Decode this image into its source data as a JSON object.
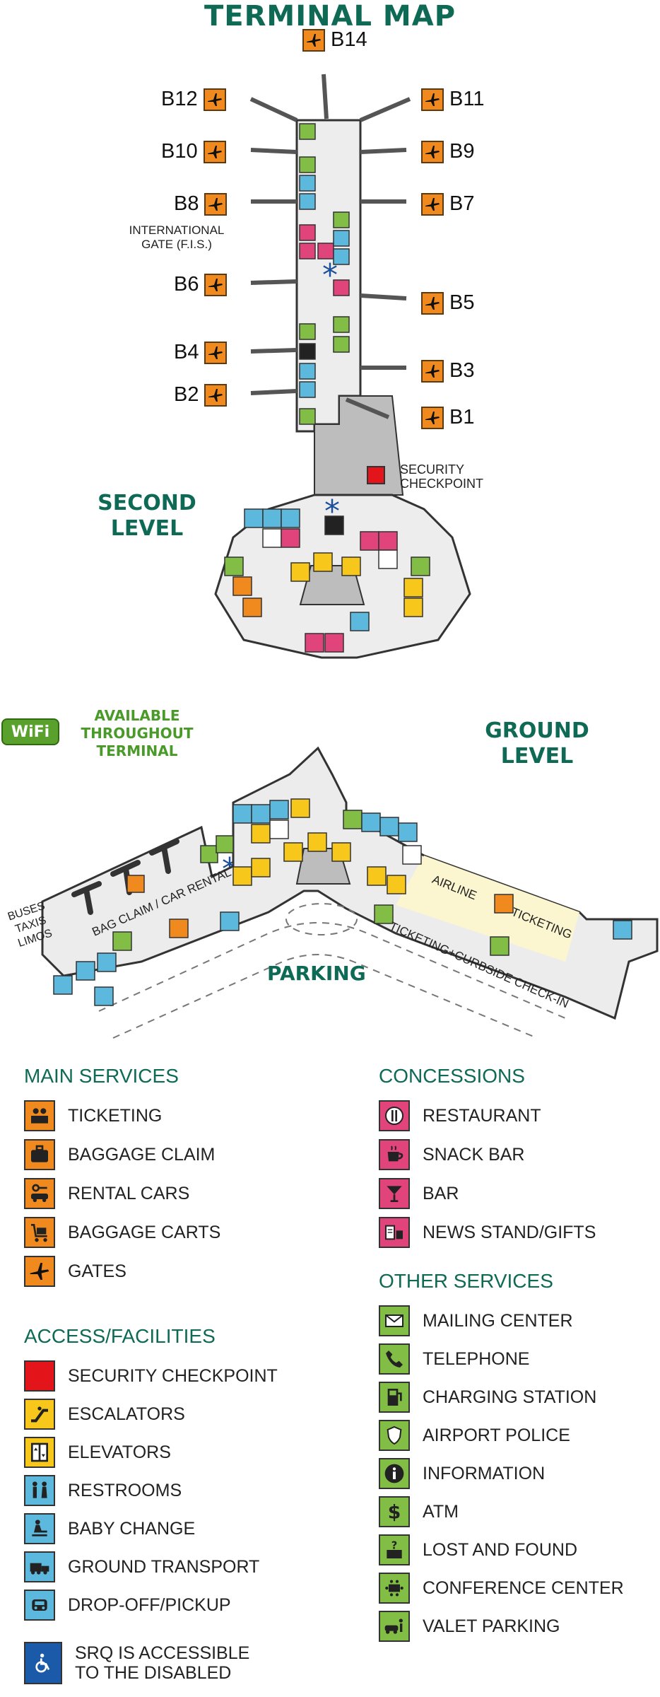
{
  "title": "TERMINAL MAP",
  "second_level": {
    "label": "SECOND\nLEVEL",
    "gates": {
      "b14": "B14",
      "b12": "B12",
      "b11": "B11",
      "b10": "B10",
      "b9": "B9",
      "b8": "B8",
      "b7": "B7",
      "b6": "B6",
      "b5": "B5",
      "b4": "B4",
      "b3": "B3",
      "b2": "B2",
      "b1": "B1"
    },
    "international_gate": "INTERNATIONAL\nGATE (F.I.S.)",
    "security_checkpoint": "SECURITY\nCHECKPOINT"
  },
  "ground_level": {
    "label": "GROUND\nLEVEL",
    "wifi_badge": "WiFi",
    "wifi_text": "AVAILABLE\nTHROUGHOUT\nTERMINAL",
    "parking": "PARKING",
    "buses": "BUSES\nTAXIS\nLIMOS",
    "bag_claim": "BAG CLAIM / CAR RENTAL",
    "airline": "AIRLINE",
    "ticketing": "TICKETING",
    "curbside": "TICKETING+CURBSIDE CHECK-IN"
  },
  "legend": {
    "main_services": {
      "heading": "MAIN SERVICES",
      "items": [
        "TICKETING",
        "BAGGAGE CLAIM",
        "RENTAL CARS",
        "BAGGAGE CARTS",
        "GATES"
      ]
    },
    "access_facilities": {
      "heading": "ACCESS/FACILITIES",
      "items": [
        "SECURITY CHECKPOINT",
        "ESCALATORS",
        "ELEVATORS",
        "RESTROOMS",
        "BABY CHANGE",
        "GROUND TRANSPORT",
        "DROP-OFF/PICKUP"
      ]
    },
    "concessions": {
      "heading": "CONCESSIONS",
      "items": [
        "RESTAURANT",
        "SNACK BAR",
        "BAR",
        "NEWS STAND/GIFTS"
      ]
    },
    "other_services": {
      "heading": "OTHER SERVICES",
      "items": [
        "MAILING CENTER",
        "TELEPHONE",
        "CHARGING STATION",
        "AIRPORT POLICE",
        "INFORMATION",
        "ATM",
        "LOST AND FOUND",
        "CONFERENCE CENTER",
        "VALET PARKING"
      ]
    },
    "accessible": "SRQ IS ACCESSIBLE\nTO THE DISABLED"
  },
  "colors": {
    "orange": "#f08a1f",
    "pink": "#e0447a",
    "green": "#82bd45",
    "yellow": "#f7c81b",
    "blue": "#5cb8dc",
    "red": "#e3151b",
    "navy": "#1a5aa8",
    "heading": "#0e6a55"
  }
}
